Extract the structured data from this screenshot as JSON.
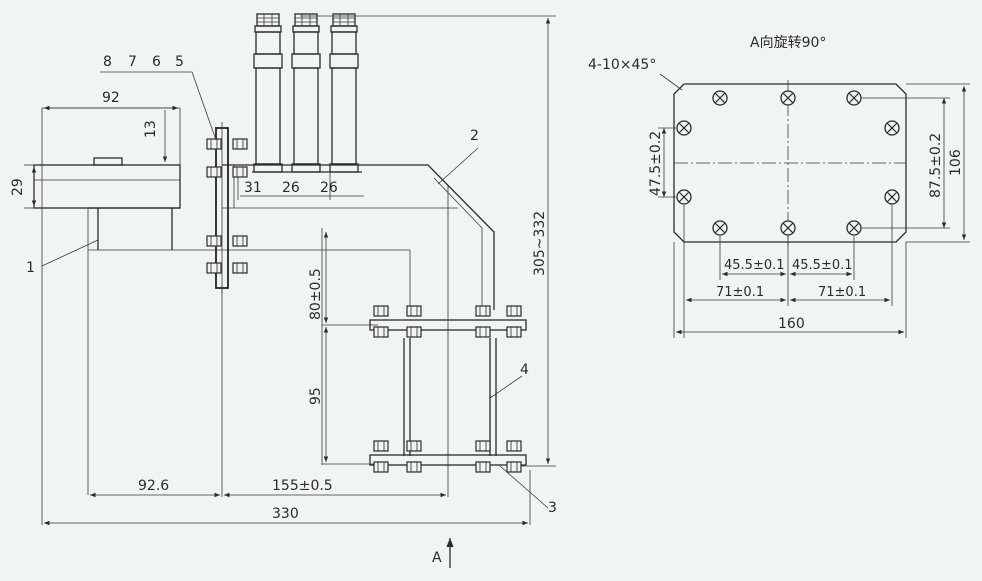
{
  "part_numbers": {
    "top_row": [
      "8",
      "7",
      "6",
      "5"
    ],
    "p1": "1",
    "p2": "2",
    "p3": "3",
    "p4": "4"
  },
  "dimensions": {
    "width_92": "92",
    "height_13": "13",
    "height_29": "29",
    "cyl_31": "31",
    "cyl_26a": "26",
    "cyl_26b": "26",
    "height_total": "305~332",
    "height_80": "80±0.5",
    "height_95": "95",
    "width_92_6": "92.6",
    "width_155": "155±0.5",
    "width_330": "330"
  },
  "view_marker": {
    "arrow_label": "A"
  },
  "plate_view": {
    "title": "A向旋转90°",
    "chamfer": "4-10×45°",
    "dim_47_5": "47.5±0.2",
    "dim_87_5": "87.5±0.2",
    "dim_106": "106",
    "dim_45_5a": "45.5±0.1",
    "dim_45_5b": "45.5±0.1",
    "dim_71a": "71±0.1",
    "dim_71b": "71±0.1",
    "dim_160": "160"
  }
}
